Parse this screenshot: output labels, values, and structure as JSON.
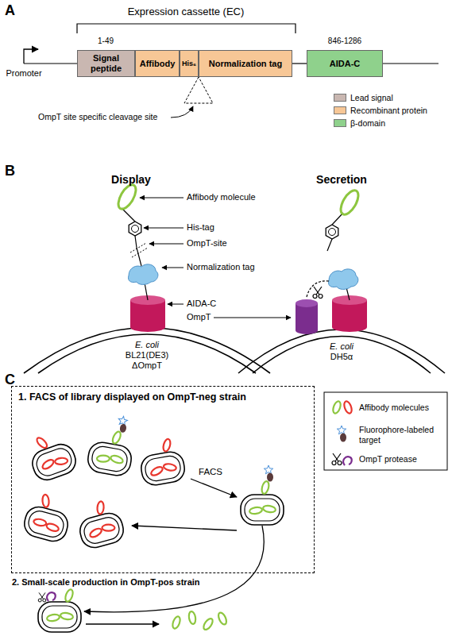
{
  "diagram": {
    "nodes": [
      {
        "text": [
          "Signal peptide"
        ]
      },
      {
        "text": [
          "Affibody"
        ]
      },
      {
        "text": [
          "His₆"
        ]
      },
      {
        "text": [
          "Normalization tag"
        ]
      },
      {
        "text": [
          "AIDA-C"
        ]
      },
      {
        "text": [
          "1. FACS of library displayed on OmpT-neg strain"
        ]
      }
    ],
    "labels": [
      "A",
      "Expression cassette (EC)",
      "Promoter",
      "1-49",
      "846-1286",
      "OmpT site specific cleavage site",
      "B",
      "Display",
      "Secretion",
      "Affibody molecule",
      "His-tag",
      "OmpT-site",
      "Normalization tag",
      "AIDA-C",
      "OmpT",
      "E. coli",
      "BL21(DE3)",
      "ΔOmpT",
      "E. coli",
      "DH5α",
      "C",
      "FACS",
      "2. Small-scale production in OmpT-pos strain"
    ],
    "legend": [
      {
        "text": "Lead signal",
        "color": "#c9b7b1"
      },
      {
        "text": "Recombinant protein",
        "color": "#f7c796"
      },
      {
        "text": "β-domain",
        "color": "#8fd18c"
      },
      {
        "text": "Affibody molecules"
      },
      {
        "text": "Fluorophore-labeled target"
      },
      {
        "text": "OmpT protease"
      }
    ]
  }
}
